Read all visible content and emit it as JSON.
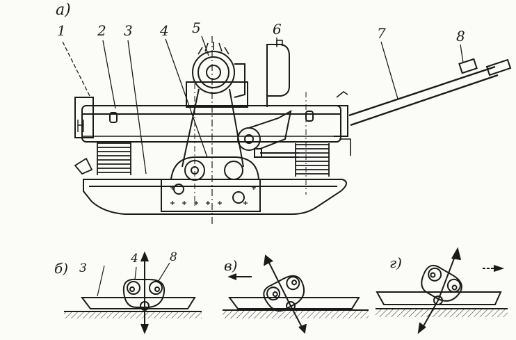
{
  "figure": {
    "panel_labels": {
      "a": "а)",
      "b": "б)",
      "v": "в)",
      "g": "г)"
    },
    "callouts": {
      "n1": "1",
      "n2": "2",
      "n3": "3",
      "n4": "4",
      "n5": "5",
      "n6": "6",
      "n7": "7",
      "n8": "8",
      "b3": "3",
      "b4": "4",
      "b8": "8"
    }
  }
}
